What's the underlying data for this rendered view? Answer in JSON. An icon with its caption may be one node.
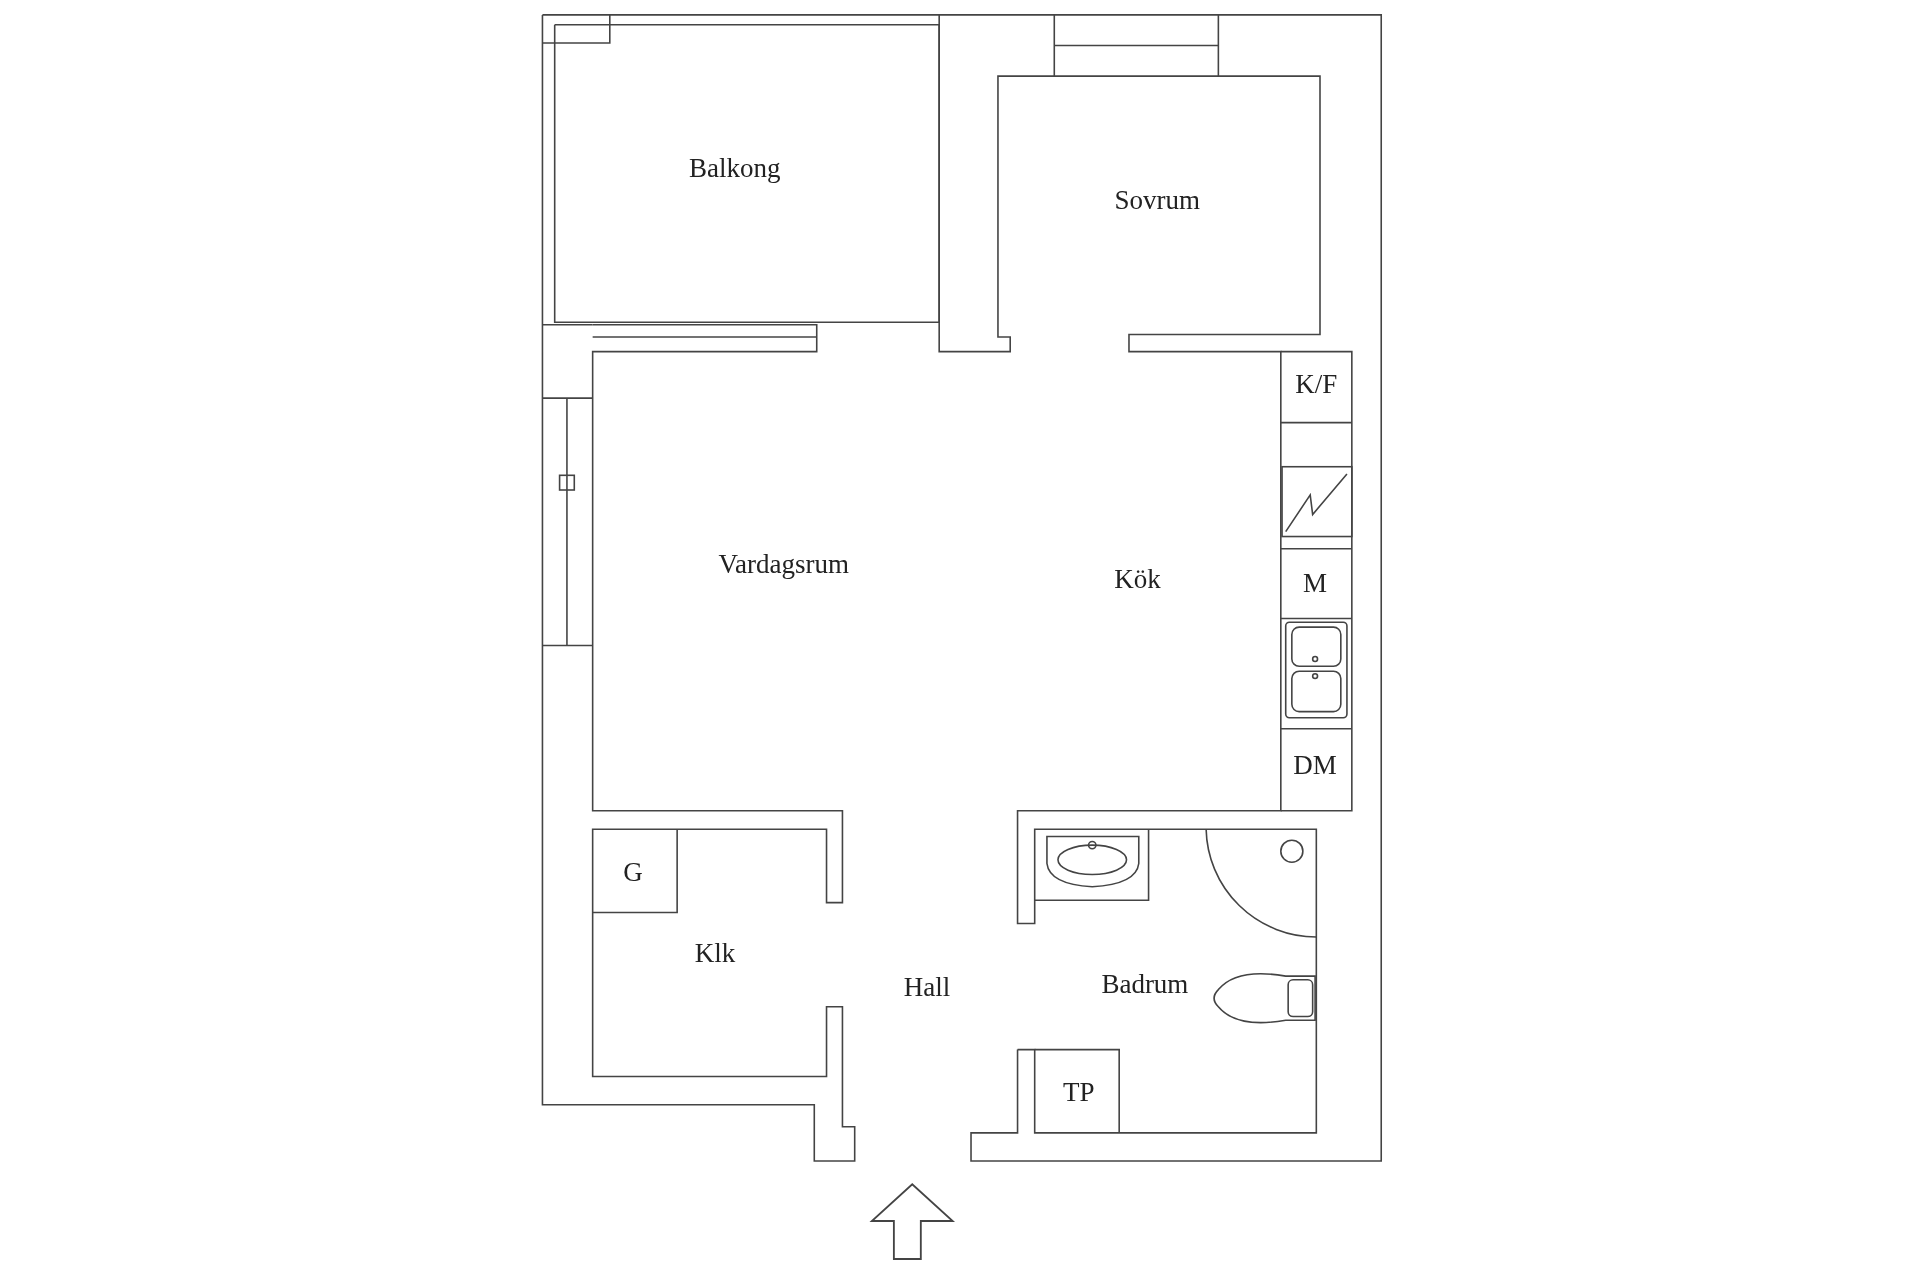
{
  "diagram": {
    "labels": [
      "Balkong",
      "Sovrum",
      "K/F",
      "Vardagsrum",
      "Kök",
      "M",
      "DM",
      "G",
      "Klk",
      "Hall",
      "Badrum",
      "TP"
    ]
  }
}
